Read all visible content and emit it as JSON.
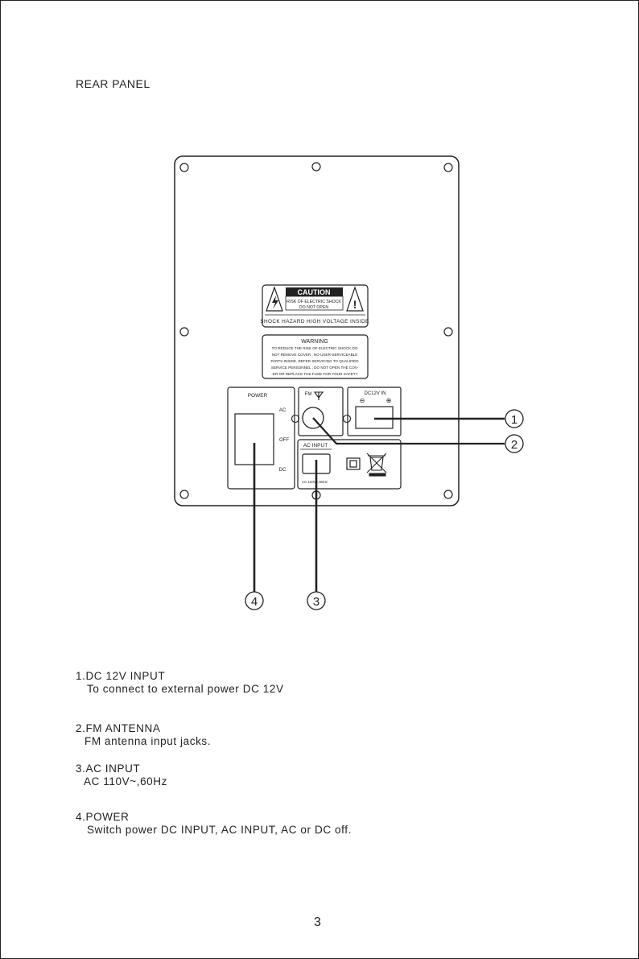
{
  "page": {
    "section_title": "REAR PANEL",
    "page_number": "3"
  },
  "panel": {
    "caution": {
      "title": "CAUTION",
      "line1": "RISK OF ELECTRIC SHOCK",
      "line2": "DO NOT OPEN",
      "footer": "SHOCK HAZARD HIGH VOLTAGE INSIDE"
    },
    "warning": {
      "title": "WARNING",
      "lines": [
        "TO REDUCE THE RISK OF ELECTRIC SHOCK,DO",
        "NOT REMOVE COVER , NO USER-SERVICEABLE",
        "PARTS INSIDE. REFER SERVICING TO QUALIFIED",
        "SERVICE PERSONNEL , DO NOT OPEN THE COV-",
        "-ER OR REPLACE THE FUSE FOR YOUR SAFETY"
      ]
    },
    "power_label": "POWER",
    "switch_positions": [
      "AC",
      "OFF",
      "DC"
    ],
    "fm_label": "FM",
    "dc_label": "DC12V IN",
    "dc_polarity": [
      "⊖",
      "⊕"
    ],
    "ac_input_label": "AC INPUT",
    "ac_rating": "AC 110V~,60Hz"
  },
  "callouts": [
    "1",
    "2",
    "3",
    "4"
  ],
  "descriptions": [
    {
      "title": "1.DC 12V INPUT",
      "detail": "To connect to external power DC 12V"
    },
    {
      "title": "2.FM ANTENNA",
      "detail": "FM antenna input jacks."
    },
    {
      "title": "3.AC INPUT",
      "detail": "AC 110V~,60Hz"
    },
    {
      "title": "4.POWER",
      "detail": "Switch power DC INPUT, AC INPUT, AC or DC off."
    }
  ]
}
